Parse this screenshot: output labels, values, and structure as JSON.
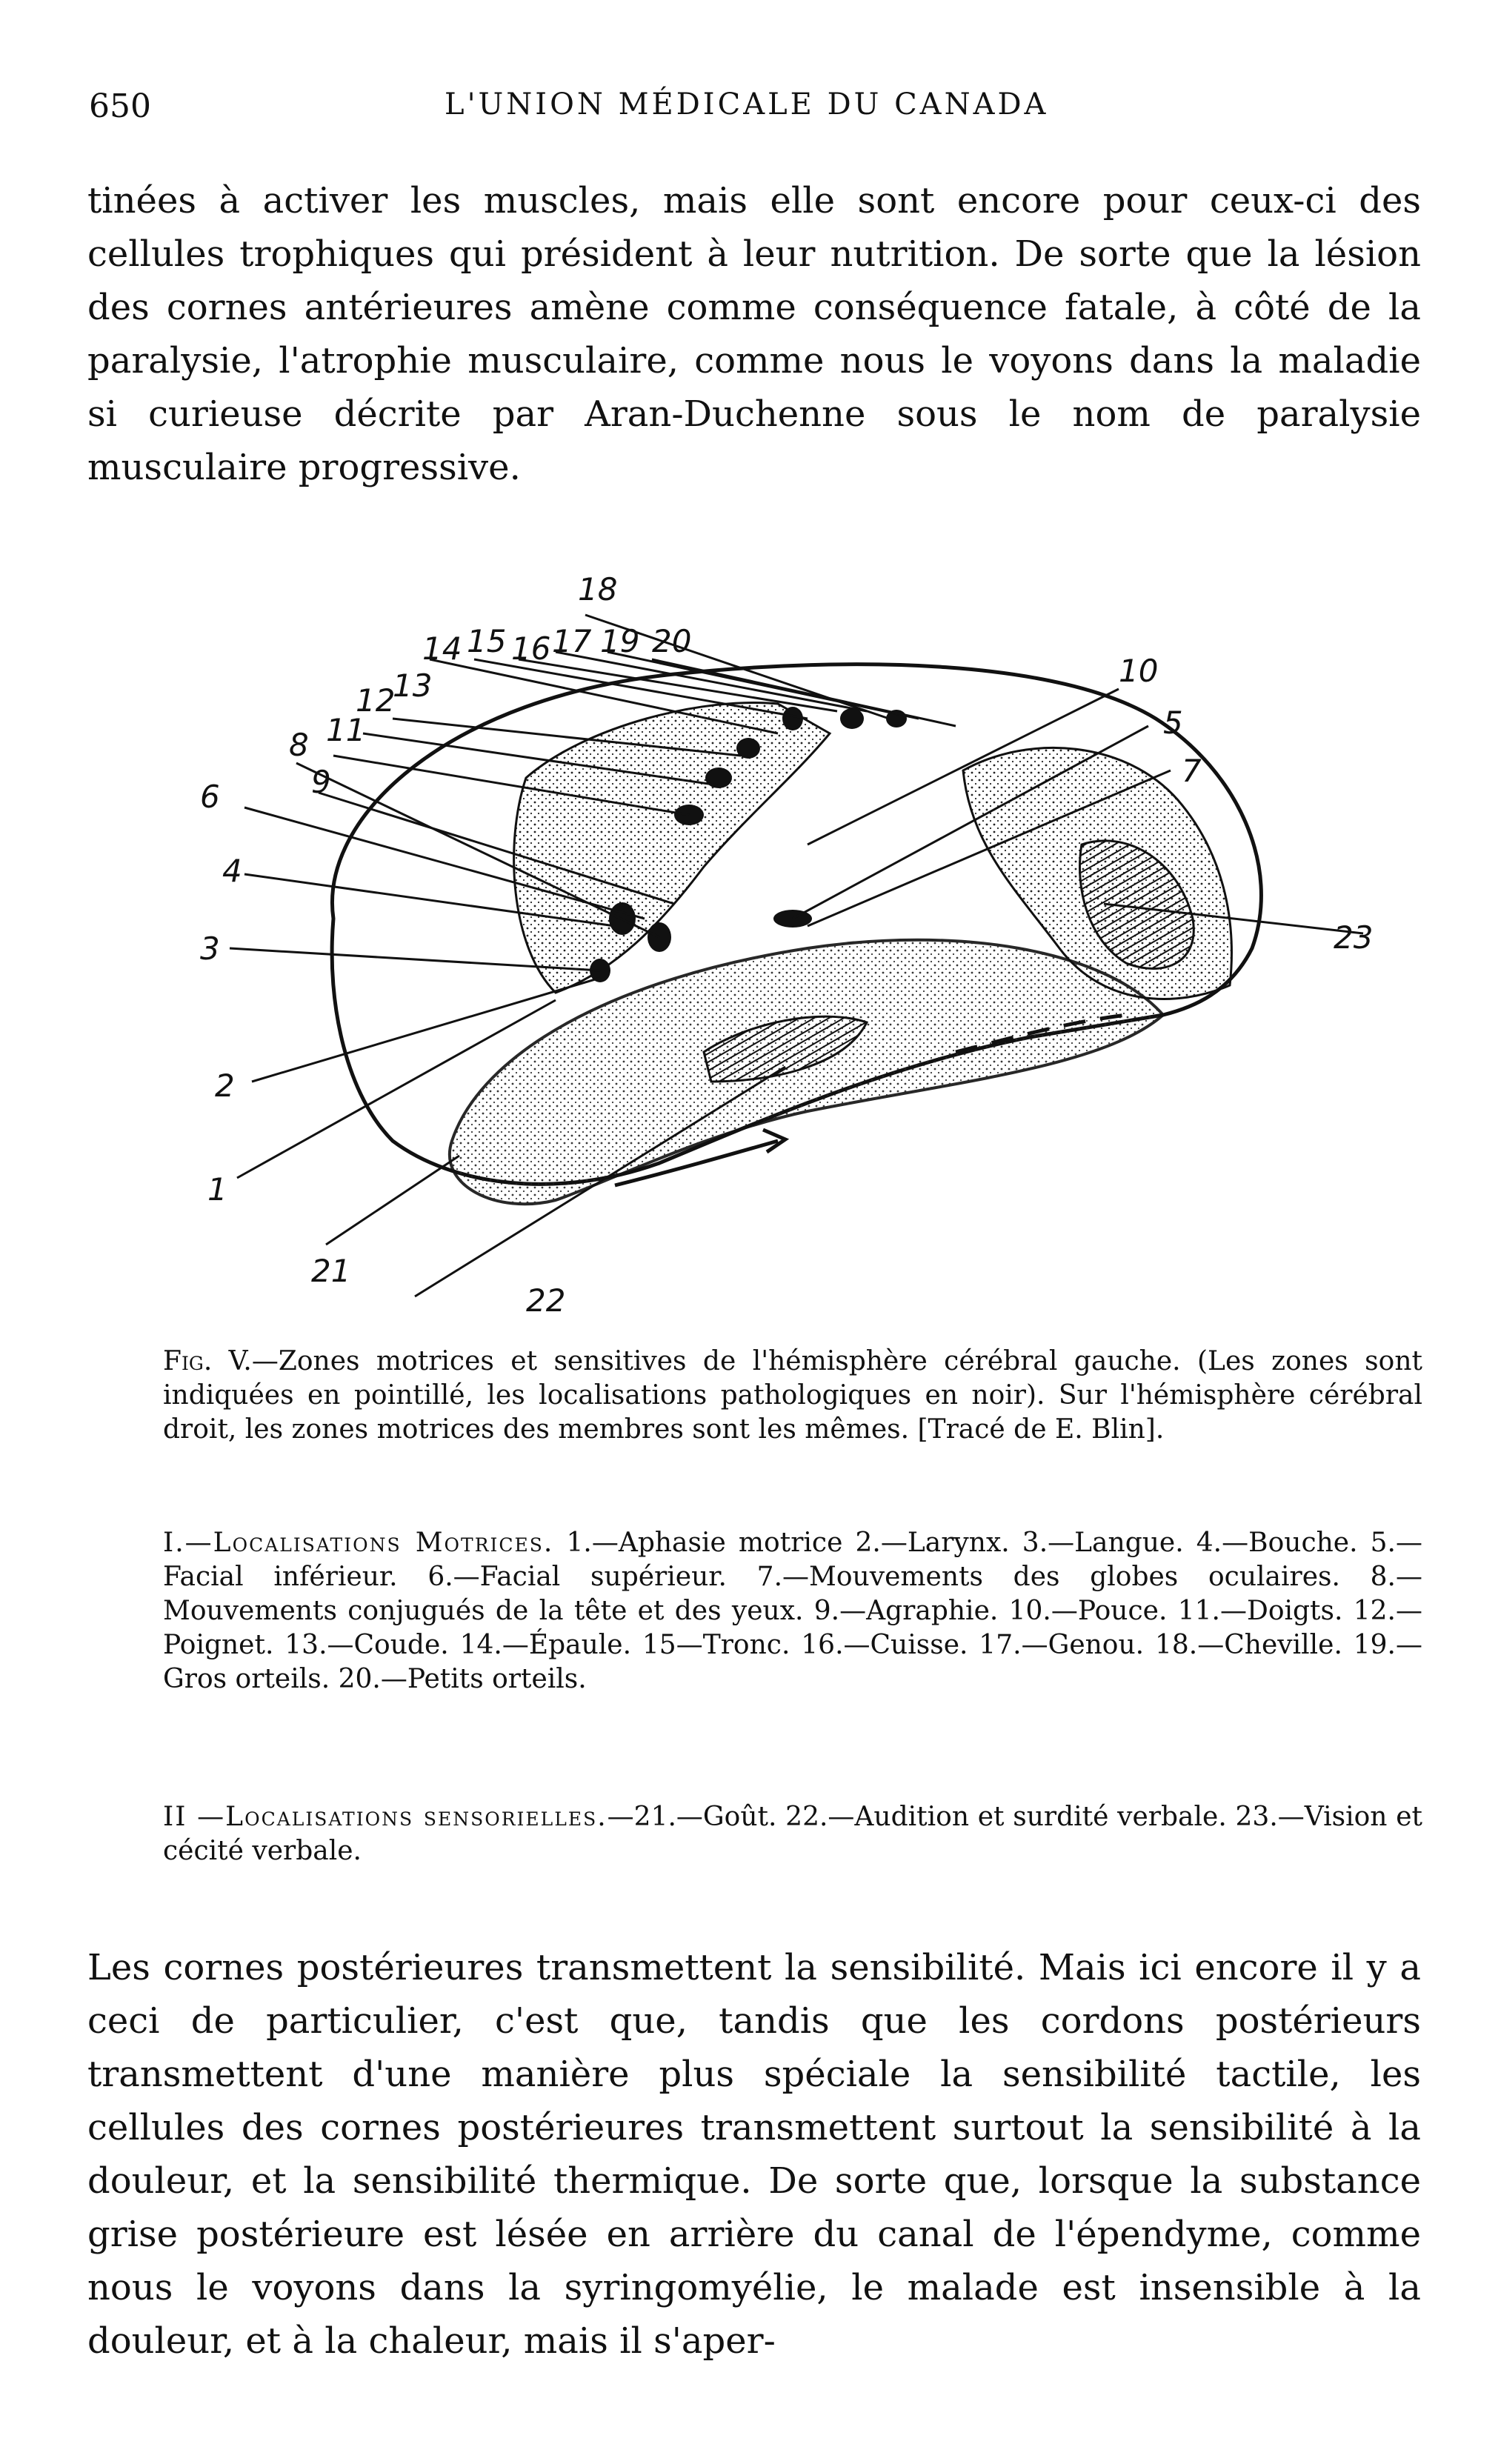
{
  "header": {
    "page_number": "650",
    "running_title": "L'UNION MÉDICALE DU CANADA"
  },
  "body": {
    "paragraph_1": "tinées à activer les muscles, mais elle sont encore pour ceux-ci des cellules trophiques qui président à leur nutrition. De sorte que la lésion des cornes antérieures amène comme conséquence fatale, à côté de la paralysie, l'atrophie musculaire, comme nous le voyons dans la maladie si curieuse décrite par Aran-Duchenne sous le nom de paralysie musculaire progressive.",
    "paragraph_2": "Les cornes postérieures transmettent la sensibilité. Mais ici encore il y a ceci de particulier, c'est que, tandis que les cordons postérieurs transmettent d'une manière plus spéciale la sensibilité tactile, les cellules des cornes postérieures transmettent surtout la sensibilité à la douleur, et la sensibilité thermique. De sorte que, lorsque la substance grise postérieure est lésée en arrière du canal de l'épendyme, comme nous le voyons dans la syringomyélie, le malade est insensible à la douleur, et à la chaleur, mais il s'aper-"
  },
  "figure": {
    "labels": [
      "1",
      "2",
      "3",
      "4",
      "5",
      "6",
      "7",
      "8",
      "9",
      "10",
      "11",
      "12",
      "13",
      "14",
      "15",
      "16",
      "17",
      "18",
      "19",
      "20",
      "21",
      "22",
      "23"
    ],
    "caption_ref": "Fig. V.",
    "caption_text": "—Zones motrices et sensitives de l'hémisphère cérébral gauche. (Les zones sont indiquées en pointillé, les localisations pathologiques en noir). Sur l'hémisphère cérébral droit, les zones motrices des membres sont les mêmes. [Tracé de E. Blin]."
  },
  "legend": {
    "section_1_head": "I.—Localisations Motrices.",
    "section_1_text": " 1.—Aphasie motrice 2.—Larynx. 3.—Langue. 4.—Bouche. 5.—Facial inférieur. 6.—Facial supérieur. 7.—Mouvements des globes oculaires. 8.—Mouvements conjugués de la tête et des yeux. 9.—Agraphie. 10.—Pouce. 11.—Doigts. 12.—Poignet. 13.—Coude. 14.—Épaule. 15—Tronc. 16.—Cuisse. 17.—Genou. 18.—Cheville. 19.—Gros orteils. 20.—Petits orteils.",
    "section_2_head": "II —Localisations sensorielles.",
    "section_2_text": "—21.—Goût. 22.—Audition et surdité verbale. 23.—Vision et cécité verbale."
  }
}
